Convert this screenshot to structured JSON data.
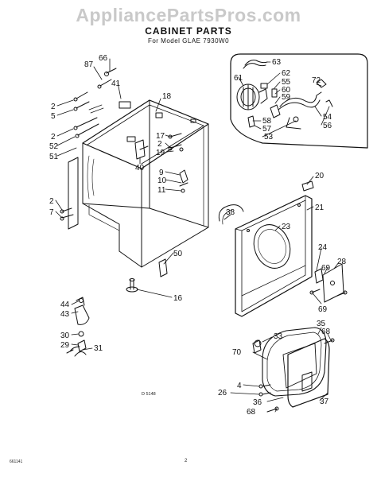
{
  "watermark": "AppliancePartsPros.com",
  "header": {
    "title": "CABINET PARTS",
    "subtitle": "For Model GLAE 7930W0"
  },
  "footer": {
    "drawing_code": "D 5148",
    "left_code": "661141",
    "page_number": "2"
  },
  "callouts": [
    {
      "id": "c87",
      "label": "87"
    },
    {
      "id": "c66",
      "label": "66"
    },
    {
      "id": "c41",
      "label": "41"
    },
    {
      "id": "c18",
      "label": "18"
    },
    {
      "id": "c2a",
      "label": "2"
    },
    {
      "id": "c5",
      "label": "5"
    },
    {
      "id": "c2b",
      "label": "2"
    },
    {
      "id": "c52",
      "label": "52"
    },
    {
      "id": "c51",
      "label": "51"
    },
    {
      "id": "c40",
      "label": "40"
    },
    {
      "id": "c17",
      "label": "17"
    },
    {
      "id": "c2c",
      "label": "2"
    },
    {
      "id": "c19",
      "label": "19"
    },
    {
      "id": "c9",
      "label": "9"
    },
    {
      "id": "c10",
      "label": "10"
    },
    {
      "id": "c11",
      "label": "11"
    },
    {
      "id": "c2d",
      "label": "2"
    },
    {
      "id": "c7",
      "label": "7"
    },
    {
      "id": "c50",
      "label": "50"
    },
    {
      "id": "c16",
      "label": "16"
    },
    {
      "id": "c38",
      "label": "38"
    },
    {
      "id": "c20",
      "label": "20"
    },
    {
      "id": "c21",
      "label": "21"
    },
    {
      "id": "c23",
      "label": "23"
    },
    {
      "id": "c24",
      "label": "24"
    },
    {
      "id": "c28",
      "label": "28"
    },
    {
      "id": "c69a",
      "label": "69"
    },
    {
      "id": "c69b",
      "label": "69"
    },
    {
      "id": "c35",
      "label": "35"
    },
    {
      "id": "c68a",
      "label": "68"
    },
    {
      "id": "c33",
      "label": "33"
    },
    {
      "id": "c70",
      "label": "70"
    },
    {
      "id": "c4",
      "label": "4"
    },
    {
      "id": "c26",
      "label": "26"
    },
    {
      "id": "c36",
      "label": "36"
    },
    {
      "id": "c37",
      "label": "37"
    },
    {
      "id": "c68b",
      "label": "68"
    },
    {
      "id": "c44",
      "label": "44"
    },
    {
      "id": "c43",
      "label": "43"
    },
    {
      "id": "c30",
      "label": "30"
    },
    {
      "id": "c29",
      "label": "29"
    },
    {
      "id": "c31",
      "label": "31"
    },
    {
      "id": "c63",
      "label": "63"
    },
    {
      "id": "c61",
      "label": "61"
    },
    {
      "id": "c62",
      "label": "62"
    },
    {
      "id": "c55",
      "label": "55"
    },
    {
      "id": "c60",
      "label": "60"
    },
    {
      "id": "c59",
      "label": "59"
    },
    {
      "id": "c72",
      "label": "72"
    },
    {
      "id": "c58",
      "label": "58"
    },
    {
      "id": "c57",
      "label": "57"
    },
    {
      "id": "c53",
      "label": "53"
    },
    {
      "id": "c54",
      "label": "54"
    },
    {
      "id": "c56",
      "label": "56"
    }
  ]
}
